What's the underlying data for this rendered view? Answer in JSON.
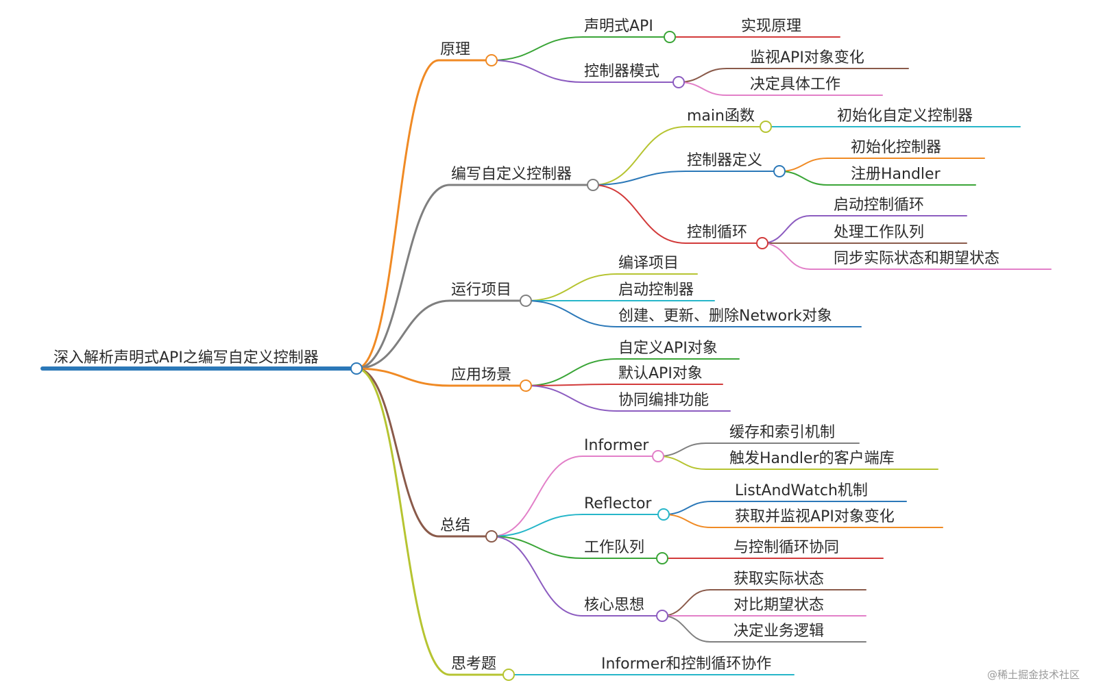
{
  "root": {
    "label": "深入解析声明式API之编写自定义控制器",
    "color": "#2b78b8"
  },
  "watermark": "@稀土掘金技术社区",
  "branches": [
    {
      "label": "原理",
      "color": "#f08a24",
      "children": [
        {
          "label": "声明式API",
          "color": "#3aa537",
          "children": [
            {
              "label": "实现原理",
              "color": "#d23a3a"
            }
          ]
        },
        {
          "label": "控制器模式",
          "color": "#8c5cc0",
          "children": [
            {
              "label": "监视API对象变化",
              "color": "#8a5a4a"
            },
            {
              "label": "决定具体工作",
              "color": "#e27fc8"
            }
          ]
        }
      ]
    },
    {
      "label": "编写自定义控制器",
      "color": "#7f7f7f",
      "children": [
        {
          "label": "main函数",
          "color": "#b6c431",
          "children": [
            {
              "label": "初始化自定义控制器",
              "color": "#26b6c9"
            }
          ]
        },
        {
          "label": "控制器定义",
          "color": "#2b78b8",
          "children": [
            {
              "label": "初始化控制器",
              "color": "#f08a24"
            },
            {
              "label": "注册Handler",
              "color": "#3aa537"
            }
          ]
        },
        {
          "label": "控制循环",
          "color": "#d23a3a",
          "children": [
            {
              "label": "启动控制循环",
              "color": "#8c5cc0"
            },
            {
              "label": "处理工作队列",
              "color": "#8a5a4a"
            },
            {
              "label": "同步实际状态和期望状态",
              "color": "#e27fc8"
            }
          ]
        }
      ]
    },
    {
      "label": "运行项目",
      "color": "#7f7f7f",
      "children": [
        {
          "label": "编译项目",
          "color": "#b6c431"
        },
        {
          "label": "启动控制器",
          "color": "#26b6c9"
        },
        {
          "label": "创建、更新、删除Network对象",
          "color": "#2b78b8"
        }
      ]
    },
    {
      "label": "应用场景",
      "color": "#f08a24",
      "children": [
        {
          "label": "自定义API对象",
          "color": "#3aa537"
        },
        {
          "label": "默认API对象",
          "color": "#d23a3a"
        },
        {
          "label": "协同编排功能",
          "color": "#8c5cc0"
        }
      ]
    },
    {
      "label": "总结",
      "color": "#8a5a4a",
      "children": [
        {
          "label": "Informer",
          "color": "#e27fc8",
          "children": [
            {
              "label": "缓存和索引机制",
              "color": "#7f7f7f"
            },
            {
              "label": "触发Handler的客户端库",
              "color": "#b6c431"
            }
          ]
        },
        {
          "label": "Reflector",
          "color": "#26b6c9",
          "children": [
            {
              "label": "ListAndWatch机制",
              "color": "#2b78b8"
            },
            {
              "label": "获取并监视API对象变化",
              "color": "#f08a24"
            }
          ]
        },
        {
          "label": "工作队列",
          "color": "#3aa537",
          "children": [
            {
              "label": "与控制循环协同",
              "color": "#d23a3a"
            }
          ]
        },
        {
          "label": "核心思想",
          "color": "#8c5cc0",
          "children": [
            {
              "label": "获取实际状态",
              "color": "#8a5a4a"
            },
            {
              "label": "对比期望状态",
              "color": "#e27fc8"
            },
            {
              "label": "决定业务逻辑",
              "color": "#7f7f7f"
            }
          ]
        }
      ]
    },
    {
      "label": "思考题",
      "color": "#b6c431",
      "children": [
        {
          "label": "Informer和控制循环协作",
          "color": "#26b6c9"
        }
      ]
    }
  ]
}
